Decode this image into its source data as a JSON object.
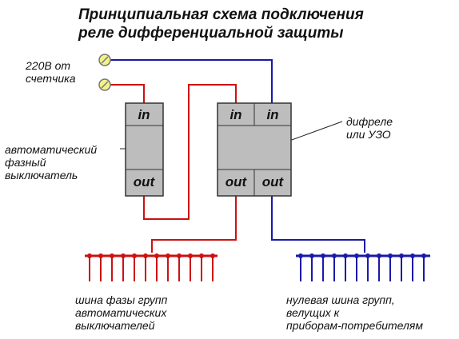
{
  "title": {
    "line1": "Принципиальная схема подключения",
    "line2": "реле дифференциальной защиты"
  },
  "labels": {
    "source_line1": "220В от",
    "source_line2": "счетчика",
    "breaker_line1": "автоматический",
    "breaker_line2": "фазный",
    "breaker_line3": "выключатель",
    "rcd_line1": "дифреле",
    "rcd_line2": "или УЗО",
    "phase_bus_line1": "шина фазы групп",
    "phase_bus_line2": "автоматических",
    "phase_bus_line3": "выключателей",
    "neutral_bus_line1": "нулевая шина групп,",
    "neutral_bus_line2": "велущих к",
    "neutral_bus_line3": "приборам-потребителям"
  },
  "terminals": {
    "breaker_in": "in",
    "breaker_out": "out",
    "rcd_in_left": "in",
    "rcd_in_right": "in",
    "rcd_out_left": "out",
    "rcd_out_right": "out"
  },
  "colors": {
    "phase_wire": "#cc1111",
    "neutral_wire": "#1a1aa8",
    "device_fill": "#bdbdbd",
    "terminal_screw": "#f2f28a"
  },
  "bus": {
    "phase_pins": 12,
    "neutral_pins": 12
  }
}
